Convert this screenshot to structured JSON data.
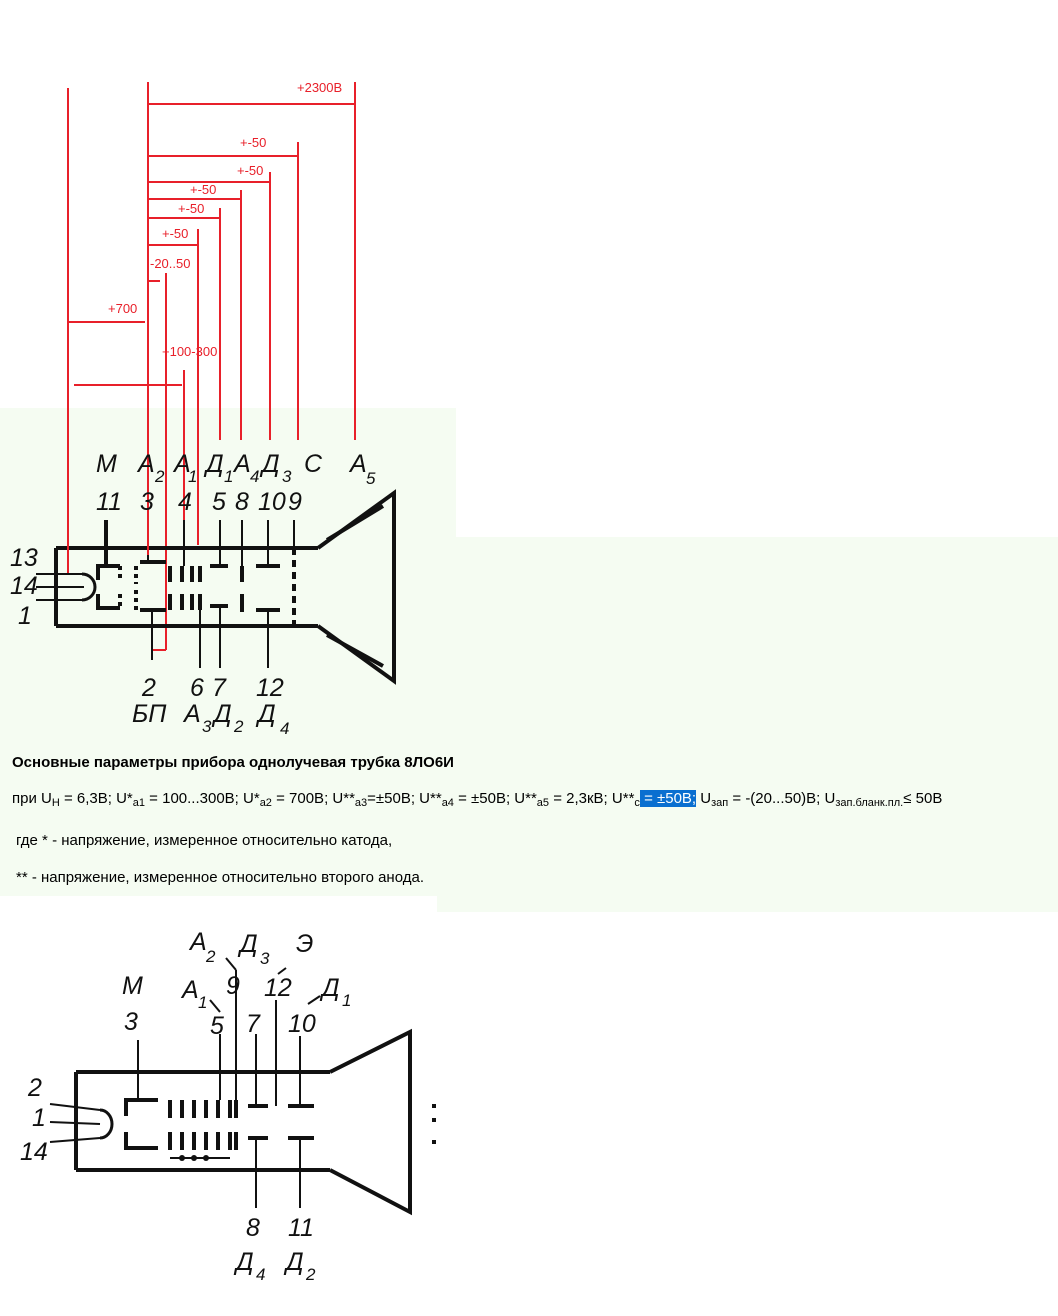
{
  "voltage_labels": {
    "a5": "+2300В",
    "c": "+-50",
    "d3": "+-50",
    "a4": "+-50",
    "d1": "+-50",
    "a3": "+-50",
    "bp": "-20..50",
    "a2": "+700",
    "a1": "+100-300"
  },
  "tube1": {
    "pins_top": [
      {
        "letter": "М",
        "sub": "",
        "num": "11"
      },
      {
        "letter": "А",
        "sub": "2",
        "num": "3"
      },
      {
        "letter": "А",
        "sub": "1",
        "num": "4"
      },
      {
        "letter": "Д",
        "sub": "1",
        "num": "5"
      },
      {
        "letter": "А",
        "sub": "4",
        "num": "8"
      },
      {
        "letter": "Д",
        "sub": "3",
        "num": "10"
      },
      {
        "letter": "С",
        "sub": "",
        "num": "9"
      },
      {
        "letter": "А",
        "sub": "5",
        "num": ""
      }
    ],
    "pins_left": [
      "13",
      "14",
      "1"
    ],
    "pins_bottom": [
      {
        "num": "2",
        "letter": "БП",
        "sub": ""
      },
      {
        "num": "6",
        "letter": "А",
        "sub": "3"
      },
      {
        "num": "7",
        "letter": "Д",
        "sub": "2"
      },
      {
        "num": "12",
        "letter": "Д",
        "sub": "4"
      }
    ]
  },
  "description": {
    "title": "Основные параметры прибора однолучевая трубка 8ЛО6И",
    "params": {
      "p1": "при U",
      "s1": "Н",
      "p2": " = 6,3В; U*",
      "s2": "а1",
      "p3": " = 100...300В; U*",
      "s3": "а2",
      "p4": " = 700В; U**",
      "s4": "а3",
      "p5": "=±50В; U**",
      "s5": "а4",
      "p6": " = ±50В; U**",
      "s6": "а5",
      "p7": " = 2,3кВ; U**",
      "s7": "с",
      "hl": " = ±50В;",
      "p8": " U",
      "s8": "зап",
      "p9": " = -(20...50)В; U",
      "s9": "зап.бланк.пл.",
      "p10": "≤ 50В"
    },
    "note1": "где * - напряжение, измеренное относительно катода,",
    "note2": "** - напряжение, измеренное относительно второго анода."
  },
  "tube2": {
    "pins_top": [
      {
        "letter": "М",
        "sub": "",
        "num": "3"
      },
      {
        "letter": "А",
        "sub": "1",
        "num": "5"
      },
      {
        "letter": "А",
        "sub": "2",
        "num": "9"
      },
      {
        "letter": "Д",
        "sub": "3",
        "num": "7"
      },
      {
        "letter": "Э",
        "sub": "",
        "num": "12"
      },
      {
        "letter": "Д",
        "sub": "1",
        "num": "10"
      }
    ],
    "pins_left": [
      "2",
      "1",
      "14"
    ],
    "pins_bottom": [
      {
        "num": "8",
        "letter": "Д",
        "sub": "4"
      },
      {
        "num": "11",
        "letter": "Д",
        "sub": "2"
      }
    ]
  },
  "colors": {
    "wire": "#e8202a",
    "ink": "#111111",
    "highlight": "#0a6fd0",
    "panel": "#f5fcf2"
  }
}
